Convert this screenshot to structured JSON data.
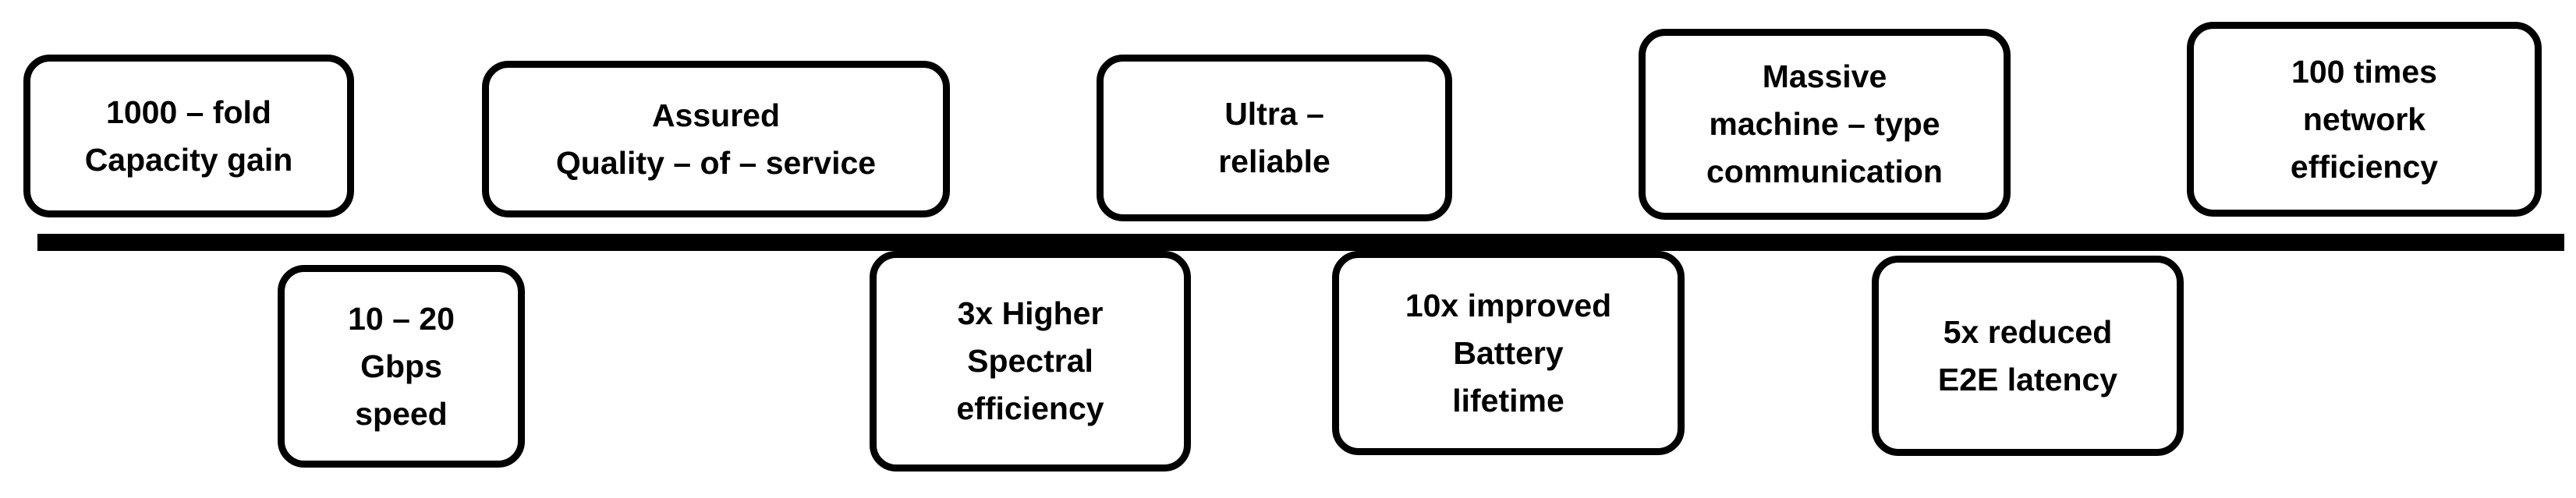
{
  "boxes": [
    {
      "id": "b1",
      "text": "1000 – fold\nCapacity gain"
    },
    {
      "id": "b2",
      "text": "10 – 20\nGbps\nspeed"
    },
    {
      "id": "b3",
      "text": "Assured\nQuality – of – service"
    },
    {
      "id": "b4",
      "text": "3x Higher\nSpectral\nefficiency"
    },
    {
      "id": "b5",
      "text": "Ultra –\nreliable"
    },
    {
      "id": "b6",
      "text": "10x improved\nBattery\nlifetime"
    },
    {
      "id": "b7",
      "text": "Massive\nmachine – type\ncommunication"
    },
    {
      "id": "b8",
      "text": "5x reduced\nE2E latency"
    },
    {
      "id": "b9",
      "text": "100 times\nnetwork\nefficiency"
    }
  ]
}
